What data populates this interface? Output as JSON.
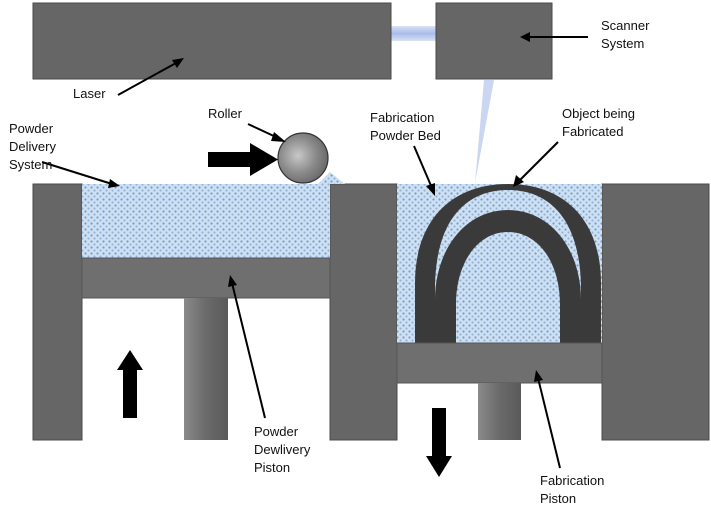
{
  "labels": {
    "laser": "Laser",
    "scanner_line1": "Scanner",
    "scanner_line2": "System",
    "roller": "Roller",
    "powder_delivery_system_line1": "Powder",
    "powder_delivery_system_line2": "Delivery",
    "powder_delivery_system_line3": "System",
    "fabrication_powder_bed_line1": "Fabrication",
    "fabrication_powder_bed_line2": "Powder Bed",
    "object_line1": "Object being",
    "object_line2": "Fabricated",
    "powder_delivery_piston_line1": "Powder",
    "powder_delivery_piston_line2": "Dewlivery",
    "powder_delivery_piston_line3": "Piston",
    "fabrication_piston_line1": "Fabrication",
    "fabrication_piston_line2": "Piston"
  },
  "colors": {
    "block": "#666666",
    "block_stroke": "#4a4a4a",
    "piston_plate": "#6f6f6f",
    "object": "#3a3a3a",
    "powder_base": "#cfe0f2",
    "powder_dot": "#6f9fd3",
    "beam": "#b8c8ee",
    "arrow": "#000000"
  },
  "icons": {
    "up_arrow": "up-arrow-icon",
    "down_arrow": "down-arrow-icon",
    "right_arrow": "right-arrow-icon"
  }
}
